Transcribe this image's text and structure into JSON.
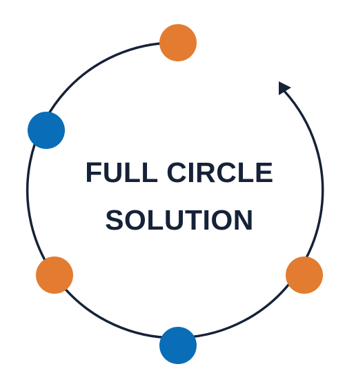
{
  "center_text": {
    "line1": "FULL CIRCLE",
    "line2": "SOLUTION"
  },
  "colors": {
    "ring": "#152238",
    "orange": "#E37C30",
    "blue": "#0A6DB8",
    "text": "#152238"
  },
  "nodes": [
    {
      "name": "node-top",
      "color": "orange"
    },
    {
      "name": "node-upper-left",
      "color": "blue"
    },
    {
      "name": "node-lower-left",
      "color": "orange"
    },
    {
      "name": "node-bottom",
      "color": "blue"
    },
    {
      "name": "node-lower-right",
      "color": "orange"
    }
  ],
  "arrow": {
    "direction": "clockwise",
    "icon": "arrowhead-icon"
  }
}
